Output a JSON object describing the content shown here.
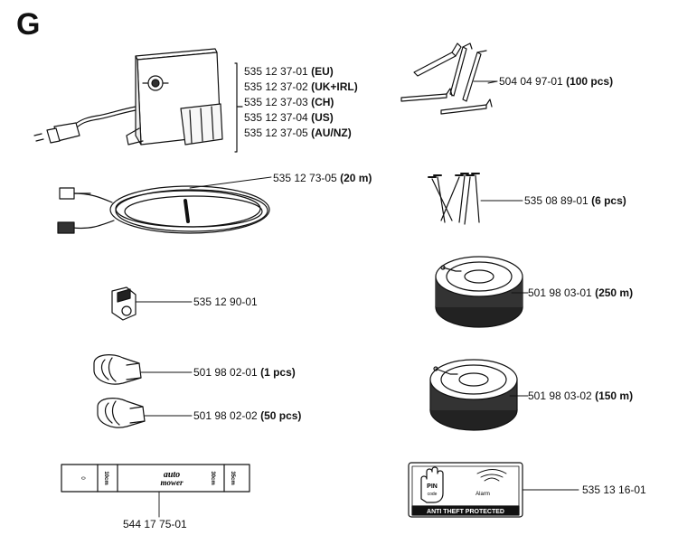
{
  "section": "G",
  "parts": {
    "power_supply": [
      {
        "number": "535 12 37-01",
        "qualifier": "(EU)"
      },
      {
        "number": "535 12 37-02",
        "qualifier": "(UK+IRL)"
      },
      {
        "number": "535 12 37-03",
        "qualifier": "(CH)"
      },
      {
        "number": "535 12 37-04",
        "qualifier": "(US)"
      },
      {
        "number": "535 12 37-05",
        "qualifier": "(AU/NZ)"
      }
    ],
    "low_voltage_cable": {
      "number": "535 12 73-05",
      "qualifier": "(20 m)"
    },
    "wire_connector": {
      "number": "535 12 90-01",
      "qualifier": ""
    },
    "coupler_1": {
      "number": "501 98 02-01",
      "qualifier": "(1 pcs)"
    },
    "coupler_50": {
      "number": "501 98 02-02",
      "qualifier": "(50 pcs)"
    },
    "ruler": {
      "number": "544 17 75-01",
      "ticks": [
        "0",
        "10cm",
        "30cm",
        "35cm"
      ],
      "logo_line1": "auto",
      "logo_line2": "mower"
    },
    "pegs": {
      "number": "504 04 97-01",
      "qualifier": "(100 pcs)"
    },
    "nails": {
      "number": "535 08 89-01",
      "qualifier": "(6 pcs)"
    },
    "wire_250": {
      "number": "501 98 03-01",
      "qualifier": "(250 m)"
    },
    "wire_150": {
      "number": "501 98 03-02",
      "qualifier": "(150 m)"
    },
    "sticker": {
      "number": "535 13 16-01",
      "pin_line1": "PIN",
      "pin_line2": "code",
      "alarm": "Alarm",
      "banner": "ANTI THEFT PROTECTED"
    }
  }
}
